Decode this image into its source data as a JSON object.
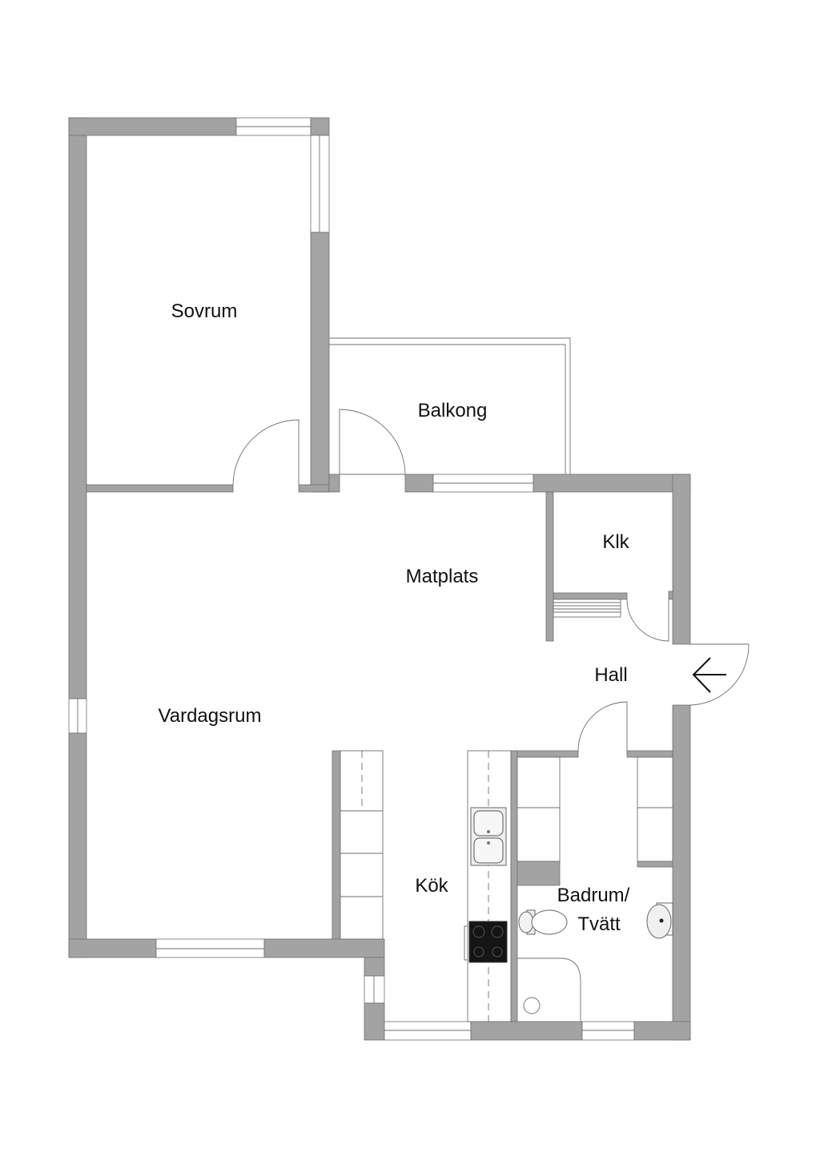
{
  "plan": {
    "rooms": {
      "sovrum": "Sovrum",
      "balkong": "Balkong",
      "klk": "Klk",
      "matplats": "Matplats",
      "hall": "Hall",
      "vardagsrum": "Vardagsrum",
      "kok": "Kök",
      "badrum_line1": "Badrum/",
      "badrum_line2": "Tvätt"
    },
    "colors": {
      "wall": "#a3a3a3",
      "line": "#6f6f6f",
      "stove": "#151515"
    }
  }
}
